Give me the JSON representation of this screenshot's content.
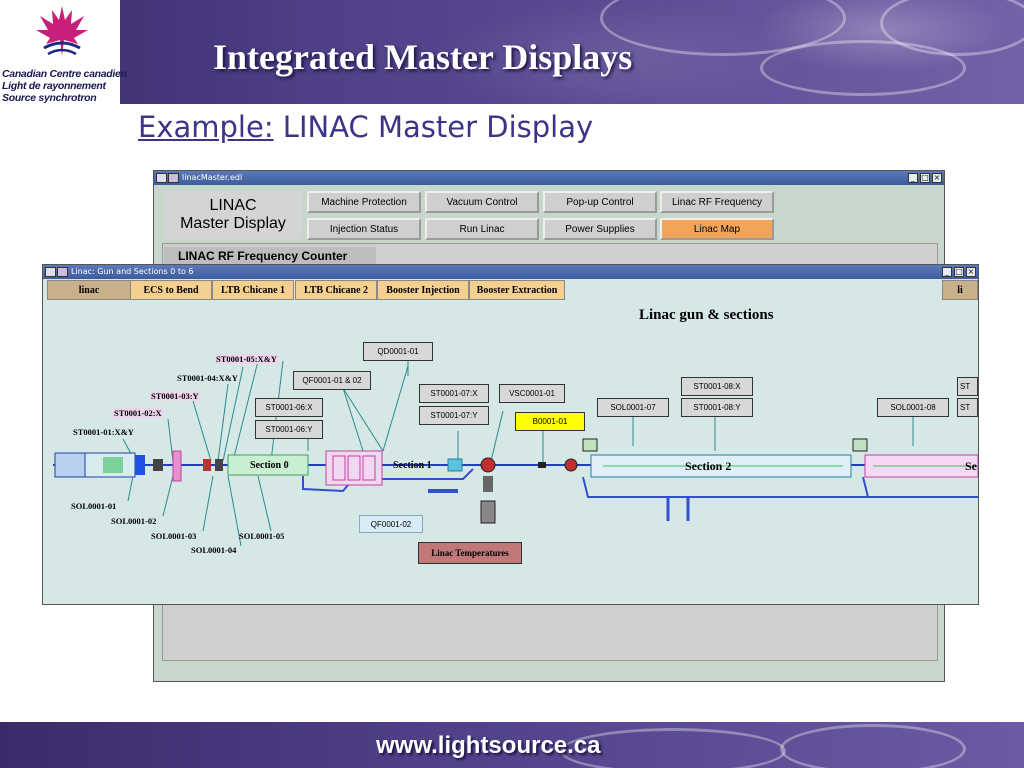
{
  "slide": {
    "title": "Integrated Master Displays",
    "subtitle_prefix": "Example:",
    "subtitle_rest": " LINAC Master Display",
    "footer_url": "www.lightsource.ca",
    "logo": {
      "line1": "Canadian  Centre canadien",
      "line2": "Light      de rayonnement",
      "line3": "Source   synchrotron"
    }
  },
  "master_window": {
    "title": "linacMaster.edl",
    "app_label_1": "LINAC",
    "app_label_2": "Master Display",
    "buttons_row1": [
      "Machine Protection",
      "Vacuum Control",
      "Pop-up Control",
      "Linac RF Frequency"
    ],
    "buttons_row2": [
      "Injection Status",
      "Run Linac",
      "Power Supplies",
      "Linac Map"
    ],
    "section_label": "LINAC RF Frequency Counter"
  },
  "map_window": {
    "title": "Linac: Gun and Sections 0 to 6",
    "tabs": [
      "linac",
      "ECS to Bend",
      "LTB Chicane 1",
      "LTB Chicane 2",
      "Booster Injection",
      "Booster Extraction"
    ],
    "right_tab": "li",
    "map_title": "Linac gun & sections",
    "pv_boxes": {
      "qd0001_01": "QD0001-01",
      "qf0001_01_02": "QF0001-01 & 02",
      "st0001_06x": "ST0001-06:X",
      "st0001_06y": "ST0001-06:Y",
      "st0001_07x": "ST0001-07:X",
      "st0001_07y": "ST0001-07:Y",
      "vsc0001_01": "VSC0001-01",
      "b0001_01": "B0001-01",
      "sol0001_07": "SOL0001-07",
      "st0001_08x": "ST0001-08:X",
      "st0001_08y": "ST0001-08:Y",
      "sol0001_08": "SOL0001-08",
      "qf0001_02": "QF0001-02"
    },
    "right_cut_1": "ST",
    "right_cut_2": "ST",
    "steering_labels": [
      "ST0001-05:X&Y",
      "ST0001-04:X&Y",
      "ST0001-03:Y",
      "ST0001-02:X",
      "ST0001-01:X&Y"
    ],
    "sol_labels": [
      "SOL0001-01",
      "SOL0001-02",
      "SOL0001-03",
      "SOL0001-04",
      "SOL0001-05"
    ],
    "section_0": "Section 0",
    "section_1": "Section 1",
    "section_2": "Section 2",
    "section_3_cut": "Se",
    "temperatures_button": "Linac Temperatures"
  },
  "colors": {
    "banner": "#4e3f86",
    "subtitle": "#3c3486",
    "active_button": "#f2a55a",
    "tab": "#f5cf90",
    "highlight_pv": "#ffff00",
    "temperatures": "#c07878"
  },
  "icons": [
    "maple-leaf-logo",
    "window-menu-icon",
    "minimize-icon",
    "maximize-icon",
    "close-icon"
  ]
}
